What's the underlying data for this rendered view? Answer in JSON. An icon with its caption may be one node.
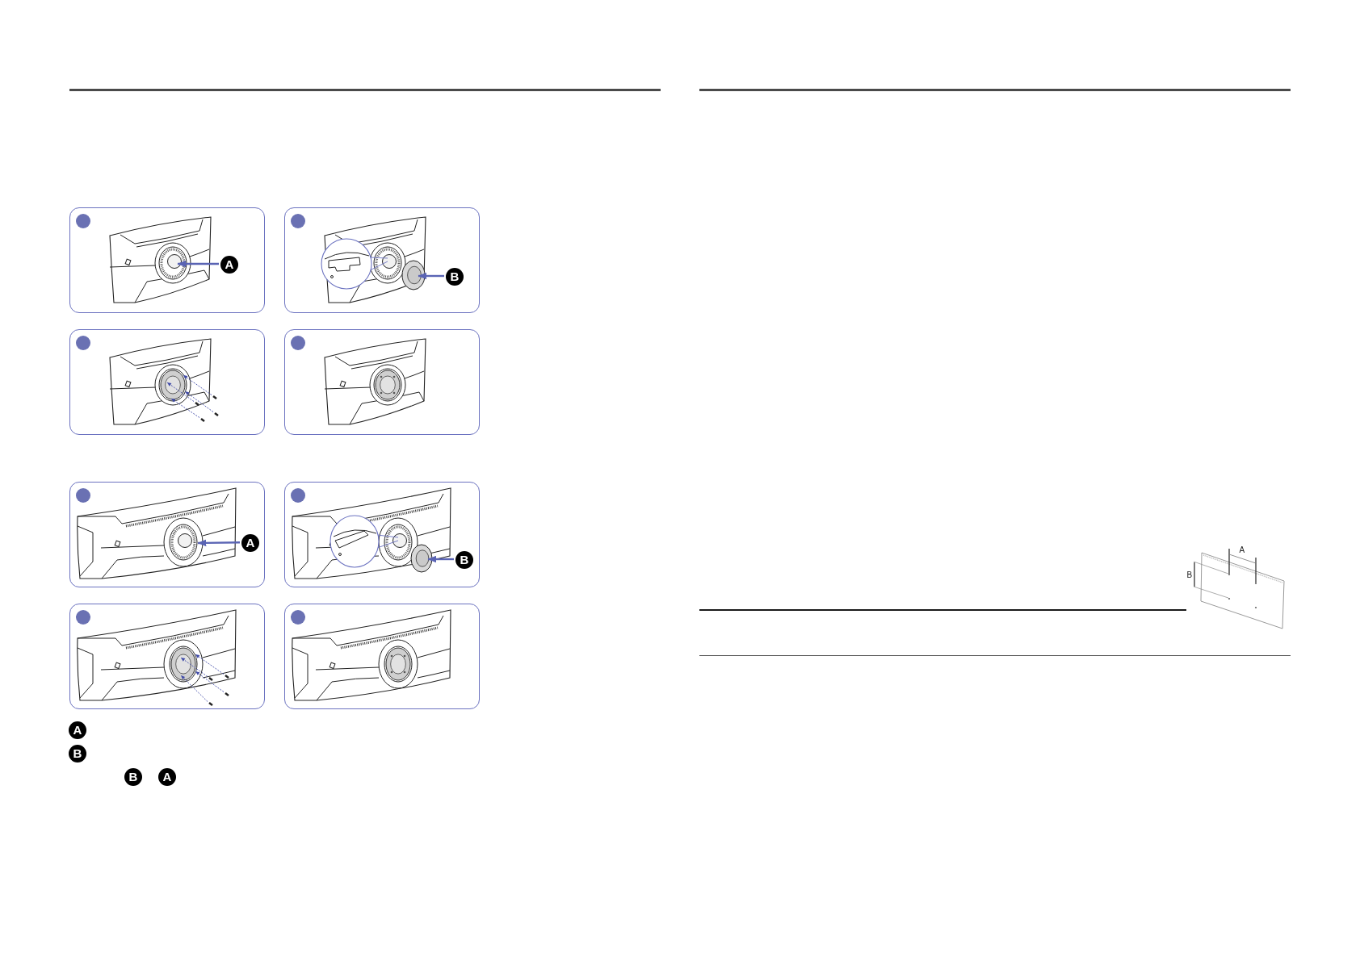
{
  "diagram": {
    "nodes": [
      {
        "text": [],
        "shape": "box"
      },
      {
        "text": [
          "A"
        ],
        "in": 0
      },
      {
        "text": [],
        "shape": "box"
      },
      {
        "text": [
          "B"
        ],
        "in": 2
      },
      {
        "text": [],
        "shape": "box"
      },
      {
        "text": [],
        "shape": "box"
      },
      {
        "text": [],
        "shape": "box"
      },
      {
        "text": [
          "A"
        ],
        "in": 6
      },
      {
        "text": [],
        "shape": "box"
      },
      {
        "text": [
          "B"
        ],
        "in": 8
      },
      {
        "text": [],
        "shape": "box"
      },
      {
        "text": [],
        "shape": "box"
      },
      {
        "text": [
          "A"
        ]
      },
      {
        "text": [
          "B"
        ]
      },
      {
        "text": [
          "B"
        ]
      },
      {
        "text": [
          "A"
        ]
      }
    ],
    "edges": [
      {
        "from": 1,
        "to": null,
        "arrow": "to"
      },
      {
        "from": 3,
        "to": null,
        "arrow": "to"
      },
      {
        "from": 7,
        "to": null,
        "arrow": "to"
      },
      {
        "from": 9,
        "to": null,
        "arrow": "to"
      }
    ],
    "labels": [
      "A",
      "B"
    ]
  }
}
